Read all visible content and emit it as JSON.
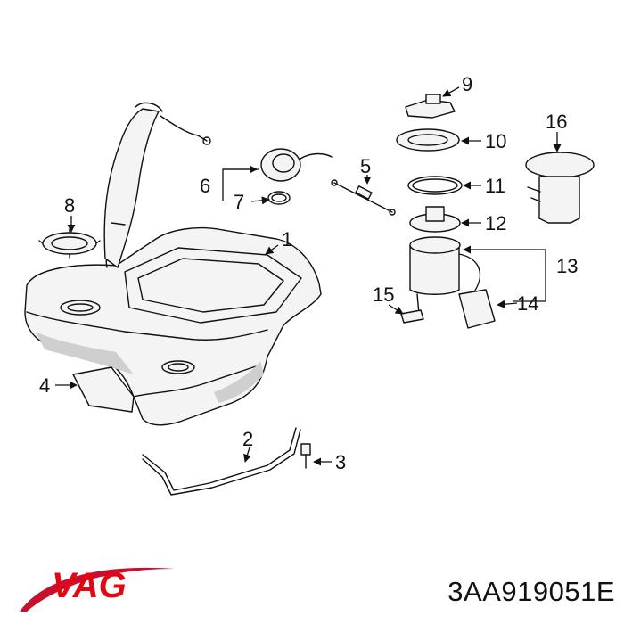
{
  "diagram": {
    "callouts": [
      "1",
      "2",
      "3",
      "4",
      "5",
      "6",
      "7",
      "8",
      "9",
      "10",
      "11",
      "12",
      "13",
      "14",
      "15",
      "16"
    ]
  },
  "brand": {
    "logo_text": "VAG",
    "logo_color": "#e30613",
    "swoosh_color": "#c8102e"
  },
  "part_number": "3AA919051E"
}
